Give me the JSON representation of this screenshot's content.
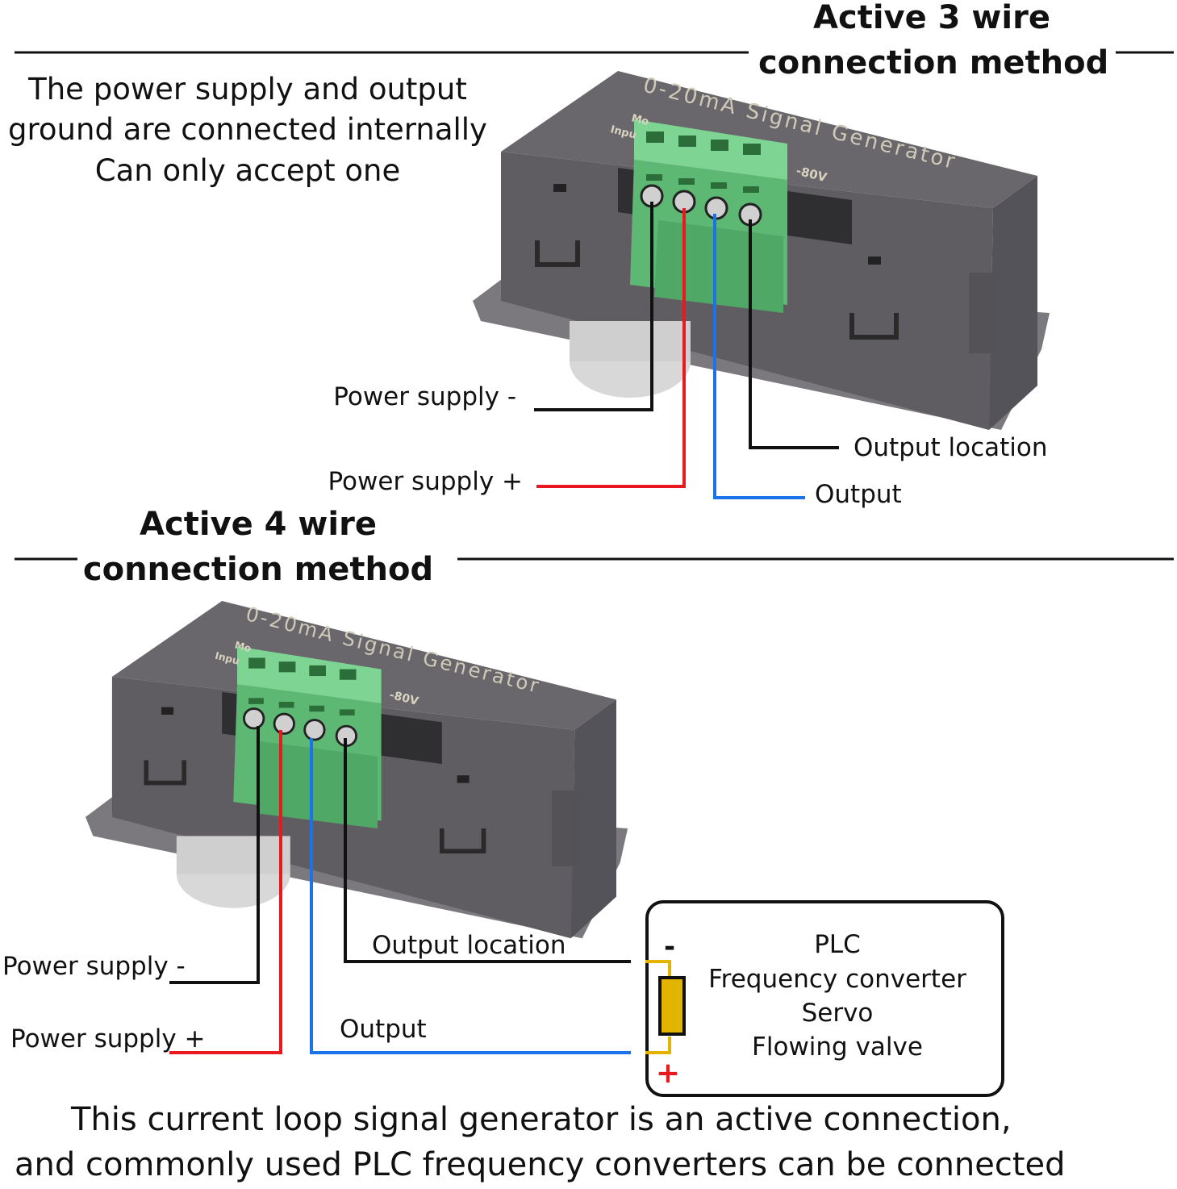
{
  "section_3wire": {
    "title_line1": "Active 3 wire",
    "title_line2": "connection method",
    "note_lines": [
      "The power supply and output",
      "ground are connected internally",
      "Can only accept one"
    ],
    "labels": {
      "power_minus": "Power supply -",
      "power_plus": "Power supply +",
      "output_location": "Output location",
      "output": "Output"
    }
  },
  "section_4wire": {
    "title_line1": "Active 4 wire",
    "title_line2": "connection method",
    "labels": {
      "power_minus": "Power supply -",
      "power_plus": "Power supply +",
      "output_location": "Output location",
      "output": "Output"
    },
    "load_box": {
      "minus": "-",
      "plus": "+",
      "lines": [
        "PLC",
        "Frequency converter",
        "Servo",
        "Flowing valve"
      ]
    }
  },
  "device": {
    "label": "0-20mA Signal Generator",
    "small_marks": [
      "Mo",
      "Inpu",
      "-80V"
    ]
  },
  "footer_lines": [
    "This current loop signal generator is an active connection,",
    "and commonly used PLC frequency converters can be connected"
  ],
  "colors": {
    "wire_black": "#111111",
    "wire_red": "#e8191f",
    "wire_blue": "#1a73e8",
    "terminal_green": "#6cc77f",
    "device_gray": "#6a686c",
    "load_yellow": "#e0b400"
  }
}
